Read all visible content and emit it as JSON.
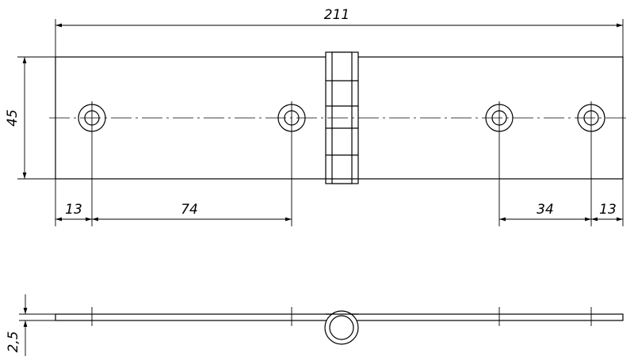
{
  "drawing": {
    "line_color": "#000000",
    "background": "#ffffff",
    "dimensions": {
      "overall_length": "211",
      "plate_width": "45",
      "edge_to_first_hole": "13",
      "hole_spacing_left": "74",
      "hole_spacing_right": "34",
      "edge_to_last_hole": "13",
      "plate_thickness": "2,5"
    },
    "views": [
      "top-view",
      "side-view"
    ]
  }
}
